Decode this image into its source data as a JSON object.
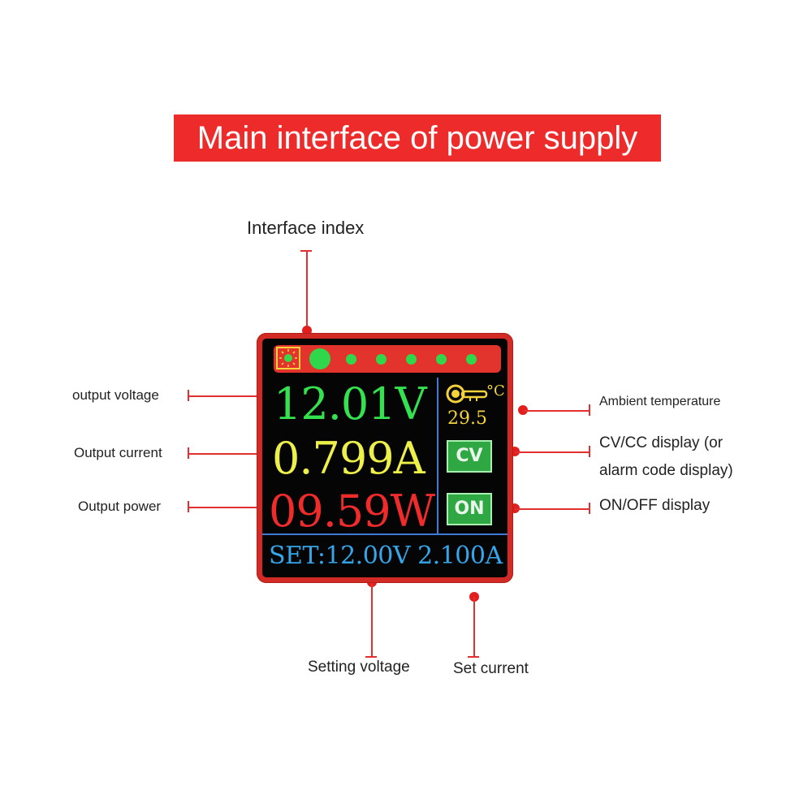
{
  "title": "Main interface of power supply",
  "labels": {
    "interface_index": "Interface index",
    "output_voltage": "output voltage",
    "output_current": "Output current",
    "output_power": "Output power",
    "ambient_temperature": "Ambient temperature",
    "cv_cc_line1": "CV/CC display (or",
    "cv_cc_line2": "alarm code display)",
    "on_off": "ON/OFF display",
    "setting_voltage": "Setting voltage",
    "set_current": "Set current"
  },
  "screen": {
    "voltage": "12.01V",
    "current": "0.799A",
    "power": "09.59W",
    "temperature": "29.5",
    "temperature_unit": "°C",
    "mode": "CV",
    "output_state": "ON",
    "set_line": "SET:12.00V 2.100A",
    "index_dots_total": 7,
    "index_active": 1
  },
  "colors": {
    "accent": "#ee2b2b",
    "voltage": "#33e24e",
    "current": "#eef04a",
    "power": "#ef2b2b",
    "set_line": "#35a6ea",
    "badge": "#2fa844"
  },
  "icons": [
    "sun-icon",
    "thermometer-icon"
  ]
}
